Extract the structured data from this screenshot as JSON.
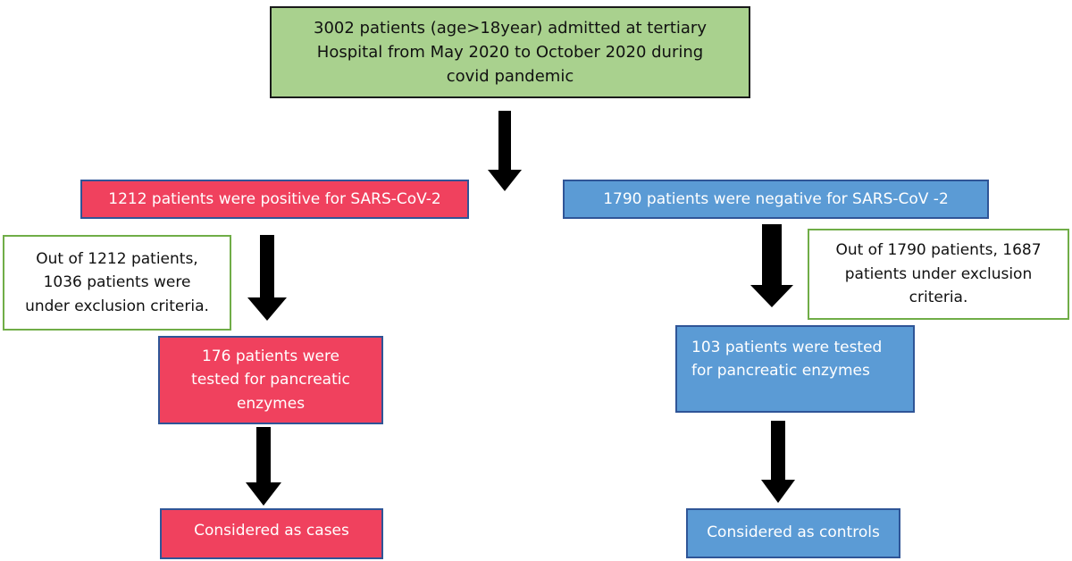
{
  "flowchart": {
    "top": {
      "text": "3002 patients (age>18year) admitted at tertiary Hospital from May 2020 to October 2020 during covid pandemic"
    },
    "positive_branch": {
      "group": "1212 patients were positive for SARS-CoV-2",
      "exclusion_note": "Out of 1212 patients, 1036 patients were under exclusion criteria.",
      "tested": "176 patients were tested for pancreatic enzymes",
      "outcome": "Considered as cases"
    },
    "negative_branch": {
      "group": "1790 patients were negative for SARS-CoV -2",
      "exclusion_note": "Out of 1790 patients, 1687 patients under exclusion criteria.",
      "tested": "103 patients were tested for pancreatic enzymes",
      "outcome": "Considered as controls"
    }
  },
  "colors": {
    "top_fill": "#a9d18e",
    "positive_fill": "#f0415e",
    "negative_fill": "#5b9bd5",
    "note_border": "#70ad47",
    "arrow": "#000000"
  }
}
